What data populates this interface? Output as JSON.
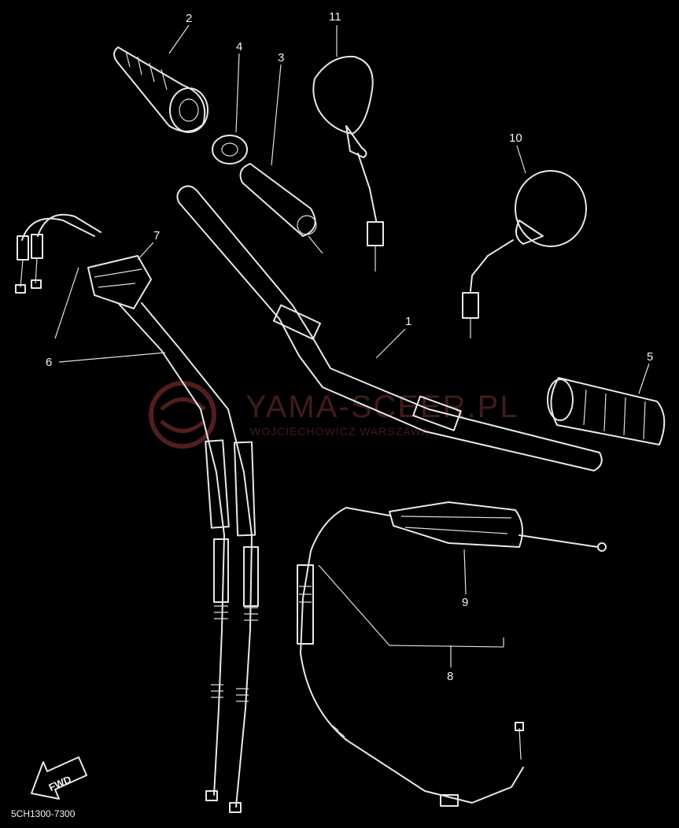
{
  "diagram": {
    "code": "5CH1300-7300",
    "fwd_label": "FWD",
    "callouts": [
      "1",
      "2",
      "3",
      "4",
      "5",
      "6",
      "7",
      "8",
      "9",
      "10",
      "11"
    ],
    "watermark": {
      "title": "YAMA-SCEER.PL",
      "subtitle": "WOJCIECHOWICZ WARSZAWA"
    }
  }
}
